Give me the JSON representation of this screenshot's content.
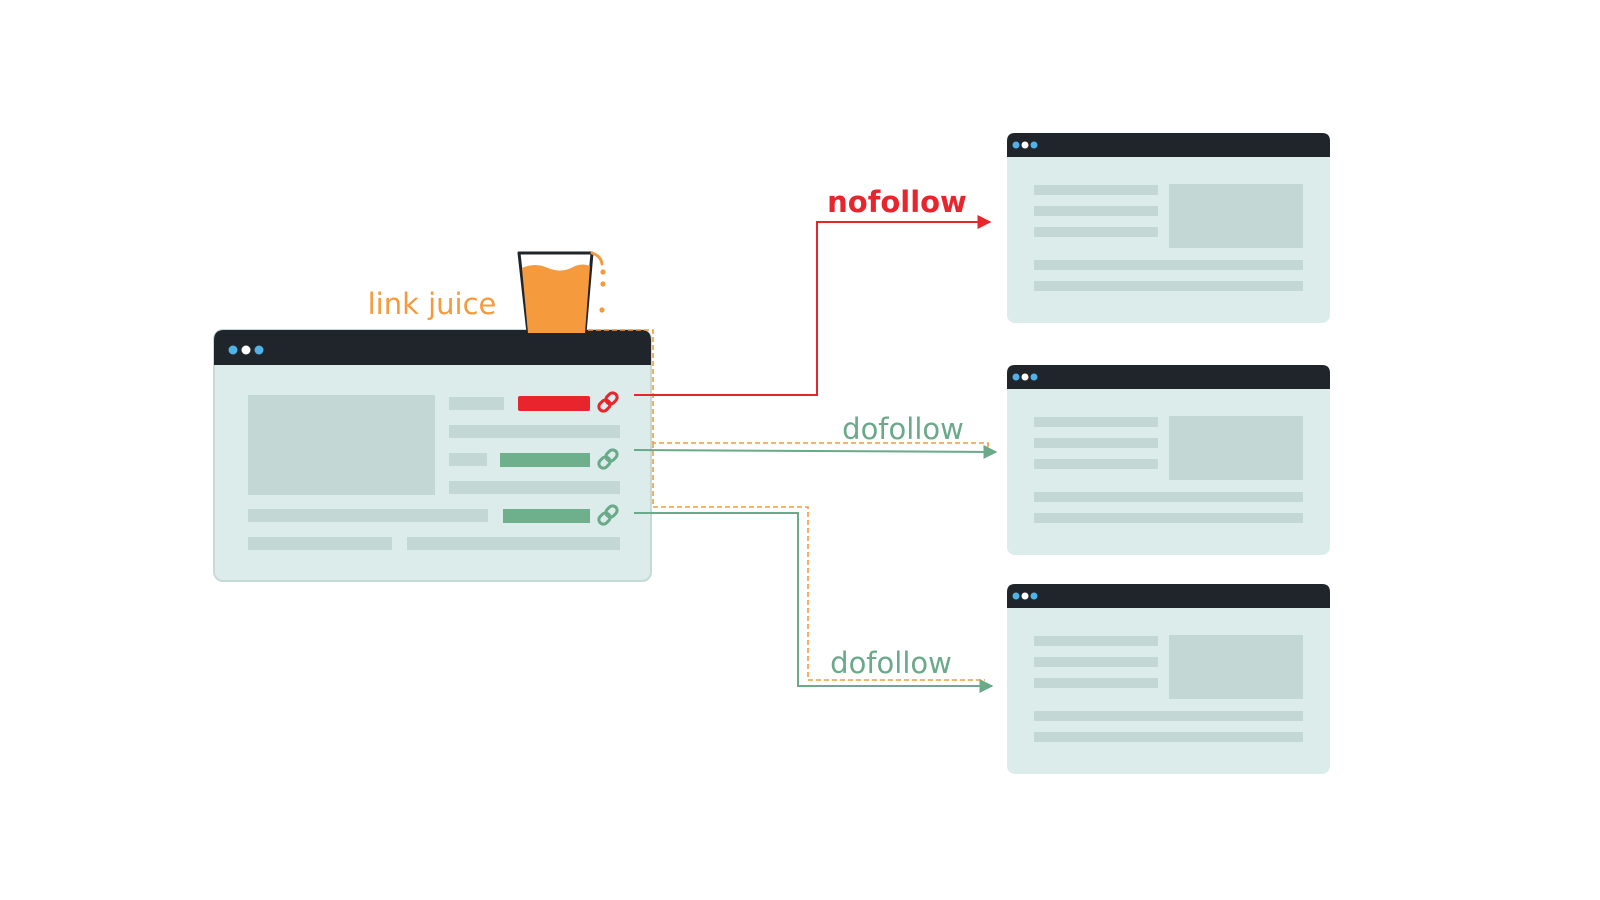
{
  "labels": {
    "source": "link juice",
    "link_1": "nofollow",
    "link_2": "dofollow",
    "link_3": "dofollow"
  },
  "colors": {
    "juice": "#f59a3d",
    "nofollow": "#e8242c",
    "dofollow": "#6aa98a",
    "dofollow_bar": "#6fb08c",
    "browser_bar": "#20252b",
    "page_bg": "#dbeceb",
    "placeholder": "#c3d7d4",
    "dot_blue": "#4fb3e8"
  },
  "icons": {
    "link": "chain-link-icon",
    "cup": "juice-cup-icon",
    "window_dots": "window-dots-icon"
  }
}
